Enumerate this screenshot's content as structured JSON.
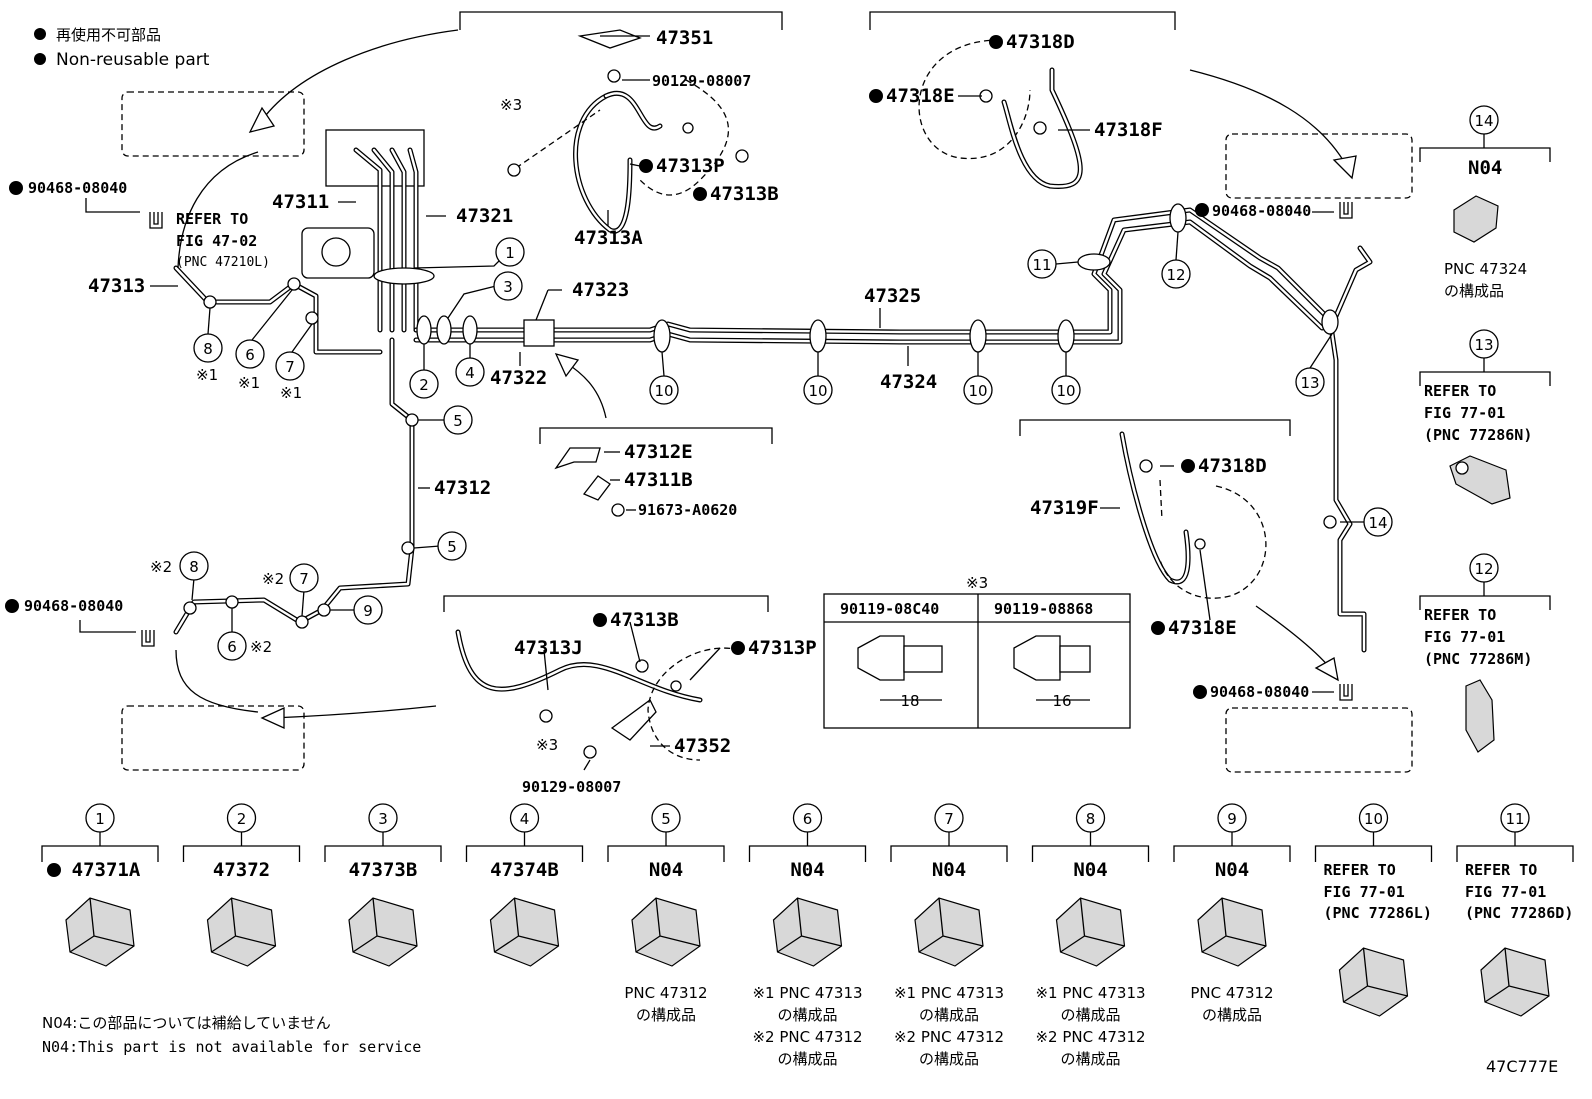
{
  "legend": {
    "line_ja": "再使用不可部品",
    "line_en": "Non-reusable part"
  },
  "labels": {
    "p47351": "47351",
    "p90129a": "90129-08007",
    "p47318D_top": "47318D",
    "p47318E_top": "47318E",
    "p47318F": "47318F",
    "mark3_top": "※3",
    "p47313P_top": "47313P",
    "p47313B_top": "47313B",
    "p47313A": "47313A",
    "p90468_a": "90468-08040",
    "refer_47_l1": "REFER TO",
    "refer_47_l2": "FIG 47-02",
    "refer_47_l3": "(PNC 47210L)",
    "p47311": "47311",
    "p47321": "47321",
    "p47313": "47313",
    "p47323": "47323",
    "p47322": "47322",
    "p47325": "47325",
    "p47324": "47324",
    "p90468_b": "90468-08040",
    "p47312": "47312",
    "p47312E": "47312E",
    "p47311B": "47311B",
    "p91673": "91673-A0620",
    "p47318D_mid": "47318D",
    "p47319F": "47319F",
    "p47318E_mid": "47318E",
    "p90468_c": "90468-08040",
    "p90468_d": "90468-08040",
    "p47313B_low": "47313B",
    "p47313J": "47313J",
    "p47313P_low": "47313P",
    "p47352": "47352",
    "mark3_low": "※3",
    "p90129b": "90129-08007",
    "mark1_8": "※1",
    "mark1_6": "※1",
    "mark1_7": "※1",
    "mark2_8": "※2",
    "mark2_7": "※2",
    "mark2_6": "※2",
    "code": "47C777E"
  },
  "bolt_table": {
    "mark": "※3",
    "col1": "90119-08C40",
    "col2": "90119-08868",
    "len1": "18",
    "len2": "16"
  },
  "right_parts": {
    "c14": "14",
    "n04": "N04",
    "pnc47324_l1": "PNC 47324",
    "pnc47324_l2": "の構成品",
    "c13": "13",
    "r13_l1": "REFER TO",
    "r13_l2": "FIG 77-01",
    "r13_l3": "(PNC 77286N)",
    "c12": "12",
    "r12_l1": "REFER TO",
    "r12_l2": "FIG 77-01",
    "r12_l3": "(PNC 77286M)"
  },
  "bottom_parts": [
    {
      "num": "1",
      "title": "47371A",
      "dot": true
    },
    {
      "num": "2",
      "title": "47372",
      "dot": false
    },
    {
      "num": "3",
      "title": "47373B",
      "dot": false
    },
    {
      "num": "4",
      "title": "47374B",
      "dot": false
    },
    {
      "num": "5",
      "title": "N04",
      "dot": false,
      "note1": "PNC 47312",
      "note2": "の構成品"
    },
    {
      "num": "6",
      "title": "N04",
      "dot": false,
      "note1": "※1 PNC 47313",
      "note2": "の構成品",
      "note3": "※2 PNC 47312",
      "note4": "の構成品"
    },
    {
      "num": "7",
      "title": "N04",
      "dot": false,
      "note1": "※1 PNC 47313",
      "note2": "の構成品",
      "note3": "※2 PNC 47312",
      "note4": "の構成品"
    },
    {
      "num": "8",
      "title": "N04",
      "dot": false,
      "note1": "※1 PNC 47313",
      "note2": "の構成品",
      "note3": "※2 PNC 47312",
      "note4": "の構成品"
    },
    {
      "num": "9",
      "title": "N04",
      "dot": false,
      "note1": "PNC 47312",
      "note2": "の構成品"
    },
    {
      "num": "10",
      "title": "REFER TO",
      "dot": false,
      "note1": "FIG 77-01",
      "note2": "(PNC 77286L)"
    },
    {
      "num": "11",
      "title": "REFER TO",
      "dot": false,
      "note1": "FIG 77-01",
      "note2": "(PNC 77286D)"
    }
  ],
  "footnote": {
    "ja": "N04:この部品については補給していません",
    "en": "N04:This part is not available for service"
  },
  "callouts": {
    "c1": "1",
    "c2": "2",
    "c3": "3",
    "c4": "4",
    "c5a": "5",
    "c5b": "5",
    "c6a": "6",
    "c6b": "6",
    "c7a": "7",
    "c7b": "7",
    "c8a": "8",
    "c8b": "8",
    "c9": "9",
    "c10a": "10",
    "c10b": "10",
    "c10c": "10",
    "c10d": "10",
    "c11": "11",
    "c12": "12",
    "c13": "13",
    "c14": "14"
  }
}
